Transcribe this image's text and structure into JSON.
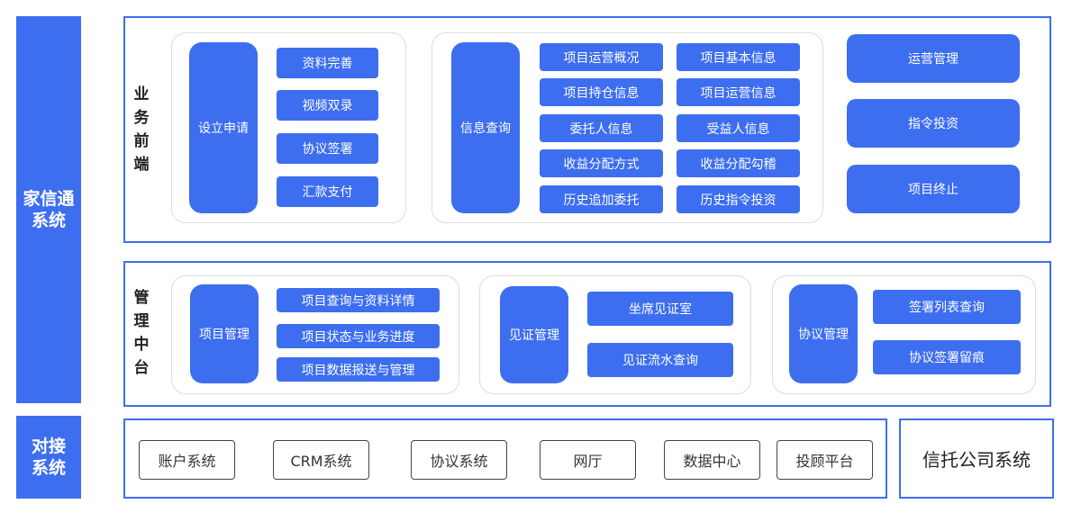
{
  "left_bar": {
    "main": [
      "家信通",
      "系统"
    ],
    "bottom": [
      "对接",
      "系统"
    ]
  },
  "front": {
    "label": [
      "业",
      "务",
      "前",
      "端"
    ],
    "setup": {
      "title": "设立申请",
      "items": [
        "资料完善",
        "视频双录",
        "协议签署",
        "汇款支付"
      ]
    },
    "query": {
      "title": "信息查询",
      "items": [
        [
          "项目运营概况",
          "项目基本信息"
        ],
        [
          "项目持仓信息",
          "项目运营信息"
        ],
        [
          "委托人信息",
          "受益人信息"
        ],
        [
          "收益分配方式",
          "收益分配勾稽"
        ],
        [
          "历史追加委托",
          "历史指令投资"
        ]
      ]
    },
    "right": [
      "运营管理",
      "指令投资",
      "项目终止"
    ]
  },
  "middle": {
    "label": [
      "管",
      "理",
      "中",
      "台"
    ],
    "project": {
      "title": "项目管理",
      "items": [
        "项目查询与资料详情",
        "项目状态与业务进度",
        "项目数据报送与管理"
      ]
    },
    "witness": {
      "title": "见证管理",
      "items": [
        "坐席见证室",
        "见证流水查询"
      ]
    },
    "agreement": {
      "title": "协议管理",
      "items": [
        "签署列表查询",
        "协议签署留痕"
      ]
    }
  },
  "integration": {
    "systems": [
      "账户系统",
      "CRM系统",
      "协议系统",
      "网厅",
      "数据中心",
      "投顾平台"
    ],
    "trust": "信托公司系统"
  },
  "colors": {
    "primary": "#3d6ef0",
    "group_border": "#dcdcdc"
  }
}
